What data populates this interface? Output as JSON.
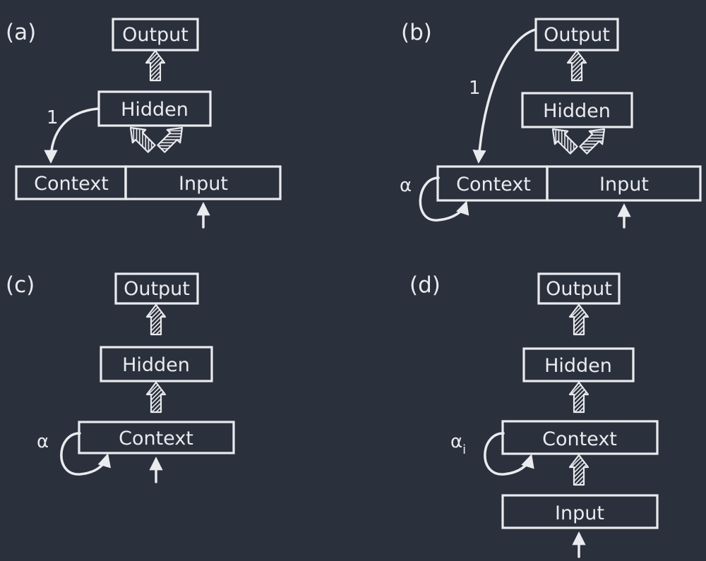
{
  "panels": {
    "a": {
      "letter": "(a)",
      "output": "Output",
      "hidden": "Hidden",
      "context": "Context",
      "input": "Input",
      "weight": "1"
    },
    "b": {
      "letter": "(b)",
      "output": "Output",
      "hidden": "Hidden",
      "context": "Context",
      "input": "Input",
      "weight": "1",
      "decay": "α"
    },
    "c": {
      "letter": "(c)",
      "output": "Output",
      "hidden": "Hidden",
      "context": "Context",
      "decay": "α"
    },
    "d": {
      "letter": "(d)",
      "output": "Output",
      "hidden": "Hidden",
      "context": "Context",
      "input": "Input",
      "decay": "α",
      "decay_subscript": "i"
    }
  },
  "colors": {
    "background": "#2b303d",
    "foreground": "#e9ebee"
  }
}
